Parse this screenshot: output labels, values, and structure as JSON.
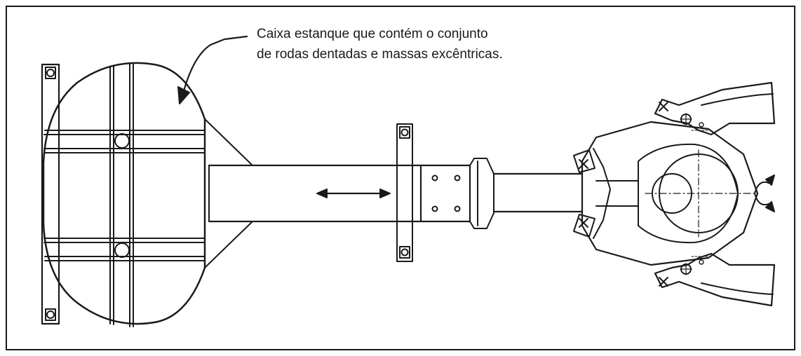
{
  "figure": {
    "annotation": {
      "line1": "Caixa estanque que contém o conjunto",
      "line2": "de rodas dentadas e massas excêntricas."
    },
    "motion_indicators": {
      "linear": "double-headed-arrow",
      "rotary": "rotation-arrows"
    },
    "colors": {
      "ink": "#1a1a1a",
      "paper": "#ffffff"
    }
  }
}
